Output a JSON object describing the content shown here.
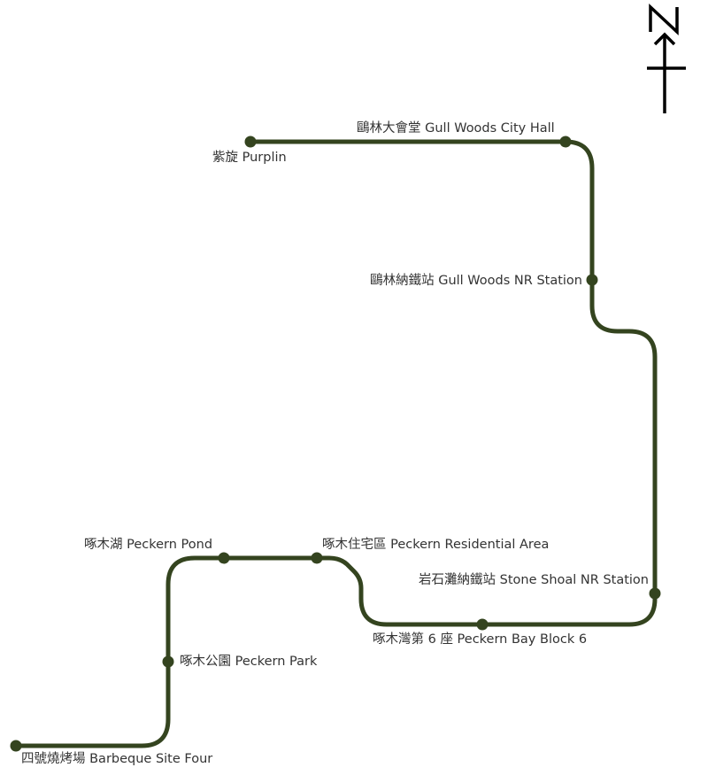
{
  "map": {
    "line_color": "#34441f",
    "label_color": "#333333",
    "compass": {
      "letter": "N",
      "icon": "north-arrow-icon"
    },
    "stops": [
      {
        "id": "purplin",
        "label": "紫旋 Purplin"
      },
      {
        "id": "gull-woods-city-hall",
        "label": "鷗林大會堂 Gull Woods City Hall"
      },
      {
        "id": "gull-woods-nr-station",
        "label": "鷗林納鐵站 Gull Woods NR Station"
      },
      {
        "id": "stone-shoal-nr-station",
        "label": "岩石灘納鐵站 Stone Shoal NR Station"
      },
      {
        "id": "peckern-bay-block-6",
        "label": "啄木灣第 6 座 Peckern Bay Block 6"
      },
      {
        "id": "peckern-residential-area",
        "label": "啄木住宅區 Peckern Residential Area"
      },
      {
        "id": "peckern-pond",
        "label": "啄木湖 Peckern Pond"
      },
      {
        "id": "peckern-park",
        "label": "啄木公園 Peckern Park"
      },
      {
        "id": "barbeque-site-four",
        "label": "四號燒烤場 Barbeque Site Four"
      }
    ]
  }
}
